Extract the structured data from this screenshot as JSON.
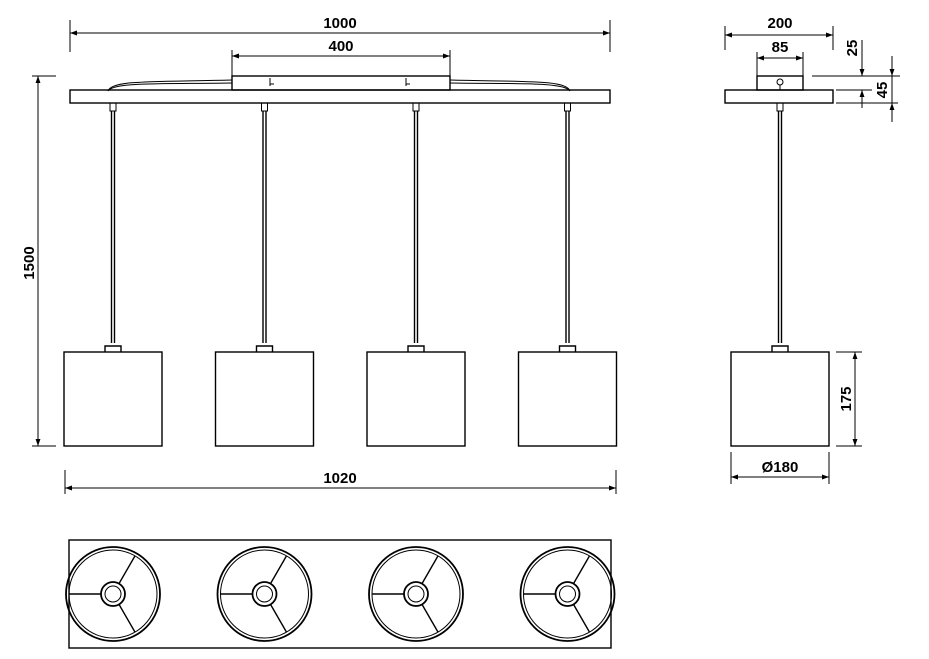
{
  "dimensions": {
    "overall_width": "1000",
    "canopy_width": "400",
    "total_height": "1500",
    "shade_span": "1020",
    "side_width": "200",
    "side_canopy": "85",
    "canopy_height": "25",
    "bar_height": "45",
    "shade_height": "175",
    "shade_diameter": "Ø180"
  },
  "colors": {
    "line": "#000000",
    "background": "#ffffff"
  },
  "shade_count": 4
}
